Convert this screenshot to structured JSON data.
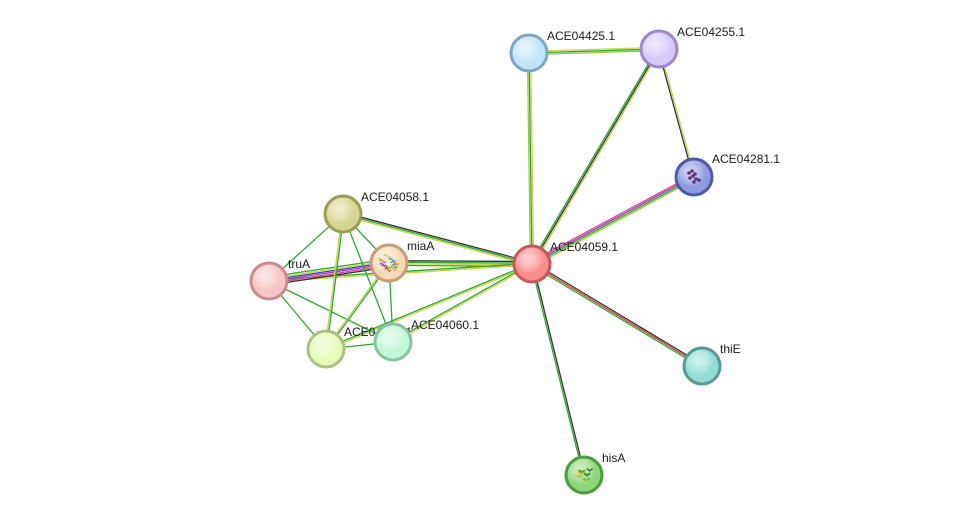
{
  "network": {
    "nodes": [
      {
        "id": "ACE04425.1",
        "label": "ACE04425.1",
        "fill": "#bfe6fb",
        "stroke": "#7aa7c5"
      },
      {
        "id": "ACE04255.1",
        "label": "ACE04255.1",
        "fill": "#d7c8fa",
        "stroke": "#9e86cc"
      },
      {
        "id": "ACE04281.1",
        "label": "ACE04281.1",
        "fill": "#8f9be0",
        "stroke": "#4d5aa8",
        "structure": "purple"
      },
      {
        "id": "ACE04058.1",
        "label": "ACE04058.1",
        "fill": "#d6d58f",
        "stroke": "#9d9c55"
      },
      {
        "id": "miaA",
        "label": "miaA",
        "fill": "#f8d9b7",
        "stroke": "#c79c78",
        "structure": "multicolor"
      },
      {
        "id": "truA",
        "label": "truA",
        "fill": "#f6c5c6",
        "stroke": "#c98b8d"
      },
      {
        "id": "ACE04059.1",
        "label": "ACE04059.1",
        "fill": "#fb8d8d",
        "stroke": "#c8585a"
      },
      {
        "id": "ACE04057.1",
        "label": "ACE04057.1",
        "fill": "#e6fbb8",
        "stroke": "#a9c183"
      },
      {
        "id": "ACE04060.1",
        "label": "ACE04060.1",
        "fill": "#c2f6d8",
        "stroke": "#86c4a0"
      },
      {
        "id": "thiE",
        "label": "thiE",
        "fill": "#93ddd6",
        "stroke": "#559b93"
      },
      {
        "id": "hisA",
        "label": "hisA",
        "fill": "#8ed67a",
        "stroke": "#4c9b3e",
        "structure": "green"
      }
    ],
    "edges": [
      {
        "source": "ACE04425.1",
        "target": "ACE04255.1",
        "colors": [
          "#c8d44a",
          "#2ea82e",
          "#9acb3a"
        ]
      },
      {
        "source": "ACE04425.1",
        "target": "ACE04059.1",
        "colors": [
          "#c8d44a",
          "#2ea82e",
          "#9acb3a"
        ]
      },
      {
        "source": "ACE04255.1",
        "target": "ACE04059.1",
        "colors": [
          "#c8d44a",
          "#333333",
          "#2ea82e"
        ]
      },
      {
        "source": "ACE04255.1",
        "target": "ACE04281.1",
        "colors": [
          "#c8d44a",
          "#333333"
        ]
      },
      {
        "source": "ACE04281.1",
        "target": "ACE04059.1",
        "colors": [
          "#9acb3a",
          "#2ea82e",
          "#a03ab8",
          "#d9489b"
        ]
      },
      {
        "source": "ACE04058.1",
        "target": "ACE04059.1",
        "colors": [
          "#333333",
          "#2ea82e",
          "#c8d44a"
        ]
      },
      {
        "source": "miaA",
        "target": "ACE04059.1",
        "colors": [
          "#333333",
          "#2ea82e",
          "#c8d44a",
          "#2ea82e"
        ]
      },
      {
        "source": "truA",
        "target": "ACE04059.1",
        "colors": [
          "#2ea82e",
          "#c8d44a"
        ]
      },
      {
        "source": "ACE04057.1",
        "target": "ACE04059.1",
        "colors": [
          "#2ea82e",
          "#c8d44a"
        ]
      },
      {
        "source": "ACE04060.1",
        "target": "ACE04059.1",
        "colors": [
          "#2ea82e",
          "#c8d44a"
        ]
      },
      {
        "source": "ACE04059.1",
        "target": "thiE",
        "colors": [
          "#333333",
          "#d93a3a",
          "#2ea82e"
        ]
      },
      {
        "source": "ACE04059.1",
        "target": "hisA",
        "colors": [
          "#333333",
          "#2ea82e"
        ]
      },
      {
        "source": "truA",
        "target": "miaA",
        "colors": [
          "#2ea82e",
          "#c8d44a",
          "#3a3ab8",
          "#a03ab8",
          "#d9489b",
          "#333333"
        ]
      },
      {
        "source": "truA",
        "target": "ACE04058.1",
        "colors": [
          "#2ea82e"
        ]
      },
      {
        "source": "truA",
        "target": "ACE04057.1",
        "colors": [
          "#2ea82e"
        ]
      },
      {
        "source": "truA",
        "target": "ACE04060.1",
        "colors": [
          "#2ea82e"
        ]
      },
      {
        "source": "ACE04058.1",
        "target": "miaA",
        "colors": [
          "#2ea82e"
        ]
      },
      {
        "source": "ACE04058.1",
        "target": "ACE04057.1",
        "colors": [
          "#2ea82e",
          "#c8d44a"
        ]
      },
      {
        "source": "ACE04058.1",
        "target": "ACE04060.1",
        "colors": [
          "#2ea82e"
        ]
      },
      {
        "source": "miaA",
        "target": "ACE04057.1",
        "colors": [
          "#2ea82e",
          "#c8d44a"
        ]
      },
      {
        "source": "miaA",
        "target": "ACE04060.1",
        "colors": [
          "#2ea82e"
        ]
      },
      {
        "source": "ACE04057.1",
        "target": "ACE04060.1",
        "colors": [
          "#2ea82e"
        ]
      }
    ]
  }
}
